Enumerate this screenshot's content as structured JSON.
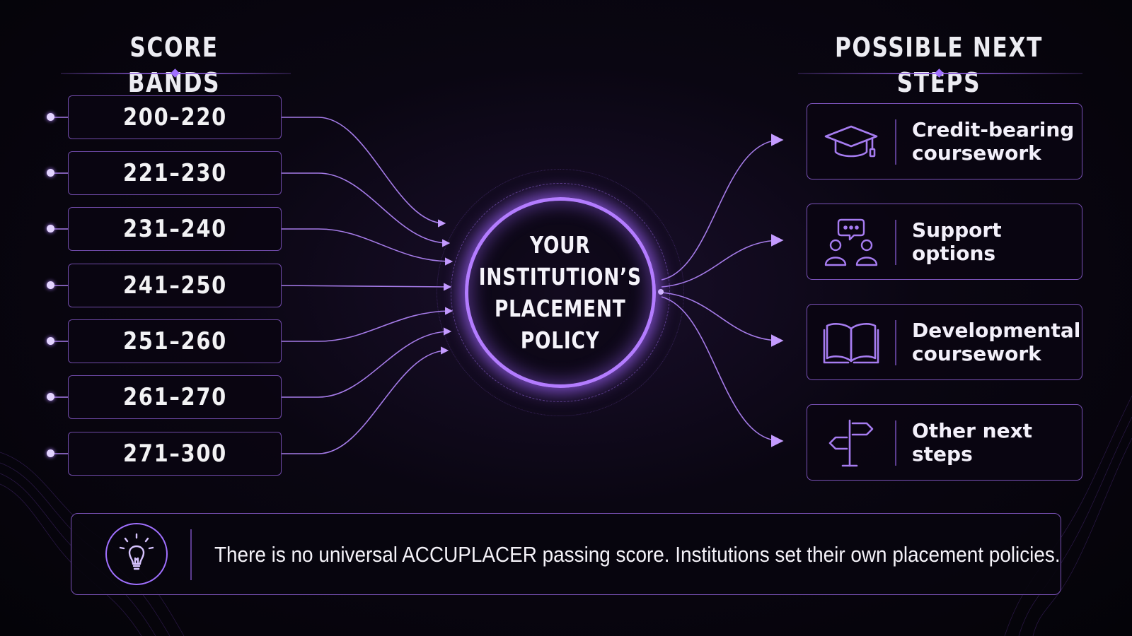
{
  "left_panel": {
    "title": "SCORE BANDS",
    "bands": [
      "200–220",
      "221–230",
      "231–240",
      "241–250",
      "251–260",
      "261–270",
      "271–300"
    ]
  },
  "hub": {
    "label": "YOUR\nINSTITUTION’S\nPLACEMENT\nPOLICY"
  },
  "right_panel": {
    "title": "POSSIBLE NEXT STEPS",
    "steps": [
      {
        "label": "Credit-bearing\ncoursework",
        "icon": "graduation-cap-icon"
      },
      {
        "label": "Support\noptions",
        "icon": "people-chat-icon"
      },
      {
        "label": "Developmental\ncoursework",
        "icon": "open-book-icon"
      },
      {
        "label": "Other next\nsteps",
        "icon": "signpost-icon"
      }
    ]
  },
  "note": {
    "icon": "lightbulb-icon",
    "text": "There is no universal ACCUPLACER passing score. Institutions set their own placement policies."
  },
  "colors": {
    "accent": "#a070ff",
    "border": "#7a52b8",
    "background": "#0a0612"
  }
}
